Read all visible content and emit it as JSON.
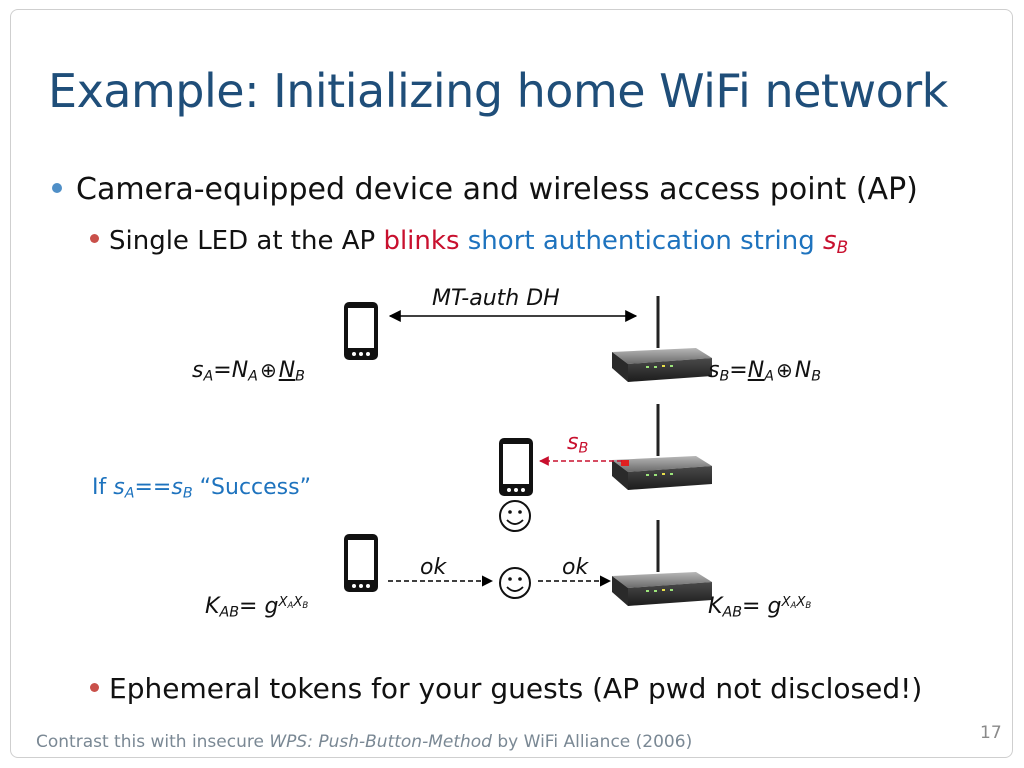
{
  "slide": {
    "title": "Example: Initializing home WiFi network",
    "bullet1": "Camera-equipped device and wireless access point (AP)",
    "bullet2": {
      "prefix": "Single LED at the AP ",
      "blinks": "blinks",
      "middle": " short authentication string ",
      "s": "s",
      "sub": "B"
    },
    "bullet3": "Ephemeral tokens for your guests (AP pwd not disclosed!)",
    "footer": {
      "prefix": "Contrast this with insecure ",
      "italic": "WPS: Push-Button-Method",
      "suffix": " by WiFi Alliance (2006)"
    },
    "page_number": "17"
  },
  "diagram": {
    "mt_auth": "MT-auth DH",
    "sb_label": "s",
    "sb_sub": "B",
    "ok_left": "ok",
    "ok_right": "ok",
    "phone_icon": "smartphone-icon",
    "router_icon": "wifi-router-icon",
    "smiley_icon": "smiley-face-icon",
    "led_color": "#e02020"
  },
  "formulas": {
    "s": "s",
    "N": "N",
    "A": "A",
    "B": "B",
    "eq": "=",
    "oplus": "⊕",
    "if_text": "If ",
    "eqeq": "==",
    "success": " “Success”",
    "K": "K",
    "AB": "AB",
    "K_eq": "= ",
    "g": "g",
    "X": "X"
  }
}
